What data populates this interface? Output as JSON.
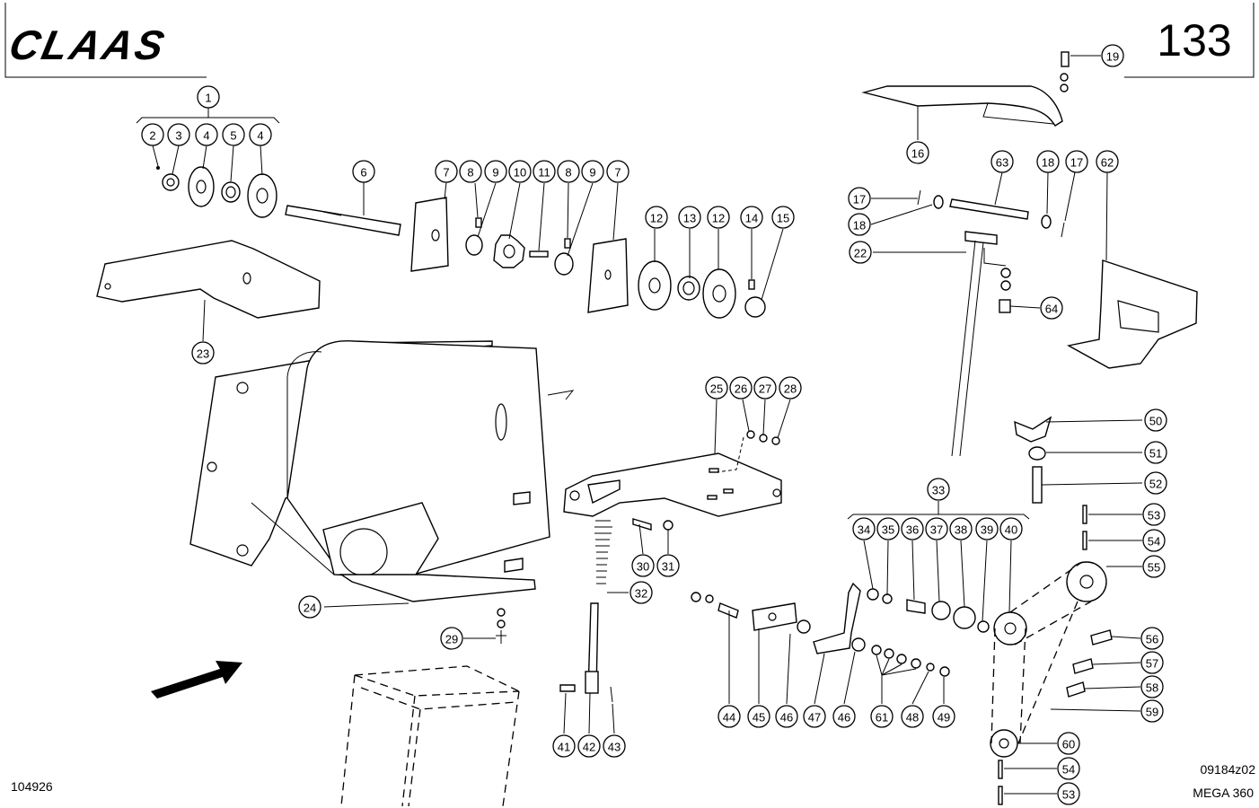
{
  "header": {
    "brand": "CLAAS",
    "page_number": "133"
  },
  "footer": {
    "drawing_number": "104926",
    "sheet_code": "09184z02",
    "model": "MEGA 360"
  },
  "colors": {
    "ink": "#000000",
    "paper": "#ffffff"
  },
  "callouts": [
    {
      "id": "c1",
      "text": "1"
    },
    {
      "id": "c2",
      "text": "2"
    },
    {
      "id": "c3",
      "text": "3"
    },
    {
      "id": "c4a",
      "text": "4"
    },
    {
      "id": "c5",
      "text": "5"
    },
    {
      "id": "c4b",
      "text": "4"
    },
    {
      "id": "c6",
      "text": "6"
    },
    {
      "id": "c7a",
      "text": "7"
    },
    {
      "id": "c8a",
      "text": "8"
    },
    {
      "id": "c9a",
      "text": "9"
    },
    {
      "id": "c10",
      "text": "10"
    },
    {
      "id": "c11",
      "text": "11"
    },
    {
      "id": "c8b",
      "text": "8"
    },
    {
      "id": "c9b",
      "text": "9"
    },
    {
      "id": "c7b",
      "text": "7"
    },
    {
      "id": "c12a",
      "text": "12"
    },
    {
      "id": "c13",
      "text": "13"
    },
    {
      "id": "c12b",
      "text": "12"
    },
    {
      "id": "c14",
      "text": "14"
    },
    {
      "id": "c15",
      "text": "15"
    },
    {
      "id": "c19",
      "text": "19"
    },
    {
      "id": "c16",
      "text": "16"
    },
    {
      "id": "c63",
      "text": "63"
    },
    {
      "id": "c18a",
      "text": "18"
    },
    {
      "id": "c17a",
      "text": "17"
    },
    {
      "id": "c62",
      "text": "62"
    },
    {
      "id": "c17b",
      "text": "17"
    },
    {
      "id": "c18b",
      "text": "18"
    },
    {
      "id": "c22",
      "text": "22"
    },
    {
      "id": "c64",
      "text": "64"
    },
    {
      "id": "c23",
      "text": "23"
    },
    {
      "id": "c25",
      "text": "25"
    },
    {
      "id": "c26",
      "text": "26"
    },
    {
      "id": "c27",
      "text": "27"
    },
    {
      "id": "c28",
      "text": "28"
    },
    {
      "id": "c50",
      "text": "50"
    },
    {
      "id": "c51",
      "text": "51"
    },
    {
      "id": "c52",
      "text": "52"
    },
    {
      "id": "c33",
      "text": "33"
    },
    {
      "id": "c34",
      "text": "34"
    },
    {
      "id": "c35",
      "text": "35"
    },
    {
      "id": "c36",
      "text": "36"
    },
    {
      "id": "c37",
      "text": "37"
    },
    {
      "id": "c38",
      "text": "38"
    },
    {
      "id": "c39",
      "text": "39"
    },
    {
      "id": "c40",
      "text": "40"
    },
    {
      "id": "c53a",
      "text": "53"
    },
    {
      "id": "c54a",
      "text": "54"
    },
    {
      "id": "c55",
      "text": "55"
    },
    {
      "id": "c30",
      "text": "30"
    },
    {
      "id": "c31",
      "text": "31"
    },
    {
      "id": "c32",
      "text": "32"
    },
    {
      "id": "c24",
      "text": "24"
    },
    {
      "id": "c29",
      "text": "29"
    },
    {
      "id": "c56",
      "text": "56"
    },
    {
      "id": "c57",
      "text": "57"
    },
    {
      "id": "c58",
      "text": "58"
    },
    {
      "id": "c59",
      "text": "59"
    },
    {
      "id": "c44",
      "text": "44"
    },
    {
      "id": "c45",
      "text": "45"
    },
    {
      "id": "c46a",
      "text": "46"
    },
    {
      "id": "c47",
      "text": "47"
    },
    {
      "id": "c46b",
      "text": "46"
    },
    {
      "id": "c61",
      "text": "61"
    },
    {
      "id": "c48",
      "text": "48"
    },
    {
      "id": "c49",
      "text": "49"
    },
    {
      "id": "c41",
      "text": "41"
    },
    {
      "id": "c42",
      "text": "42"
    },
    {
      "id": "c43",
      "text": "43"
    },
    {
      "id": "c60",
      "text": "60"
    },
    {
      "id": "c54b",
      "text": "54"
    },
    {
      "id": "c53b",
      "text": "53"
    }
  ]
}
